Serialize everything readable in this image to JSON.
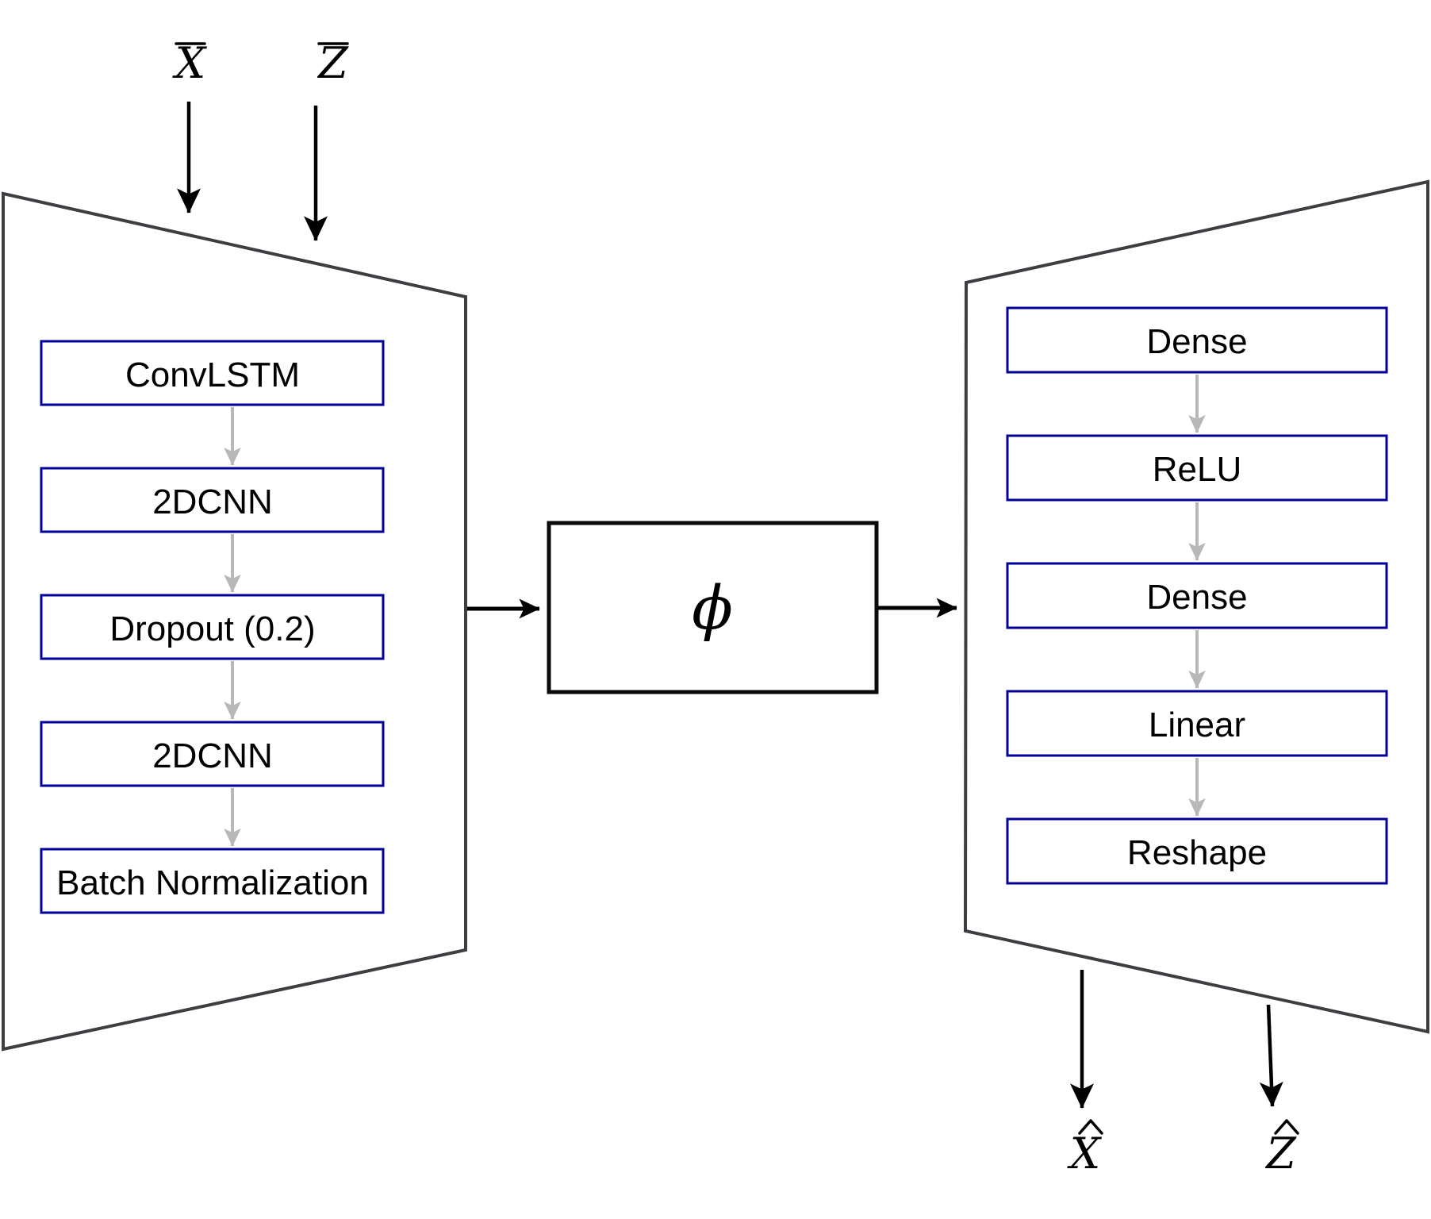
{
  "diagram": {
    "title_hint": "encoder-bottleneck-decoder architecture",
    "inputs": [
      {
        "letter": "X",
        "accent": "bar",
        "label": "X̄"
      },
      {
        "letter": "Z",
        "accent": "bar",
        "label": "Z̄"
      }
    ],
    "outputs": [
      {
        "letter": "X",
        "accent": "hat",
        "label": "X̂"
      },
      {
        "letter": "Z",
        "accent": "hat",
        "label": "Ẑ"
      }
    ],
    "encoder": {
      "layers": [
        "ConvLSTM",
        "2DCNN",
        "Dropout (0.2)",
        "2DCNN",
        "Batch Normalization"
      ]
    },
    "bottleneck": {
      "symbol": "ϕ"
    },
    "decoder": {
      "layers": [
        "Dense",
        "ReLU",
        "Dense",
        "Linear",
        "Reshape"
      ]
    },
    "colors": {
      "background": "#FFFFFF",
      "layer_box_border": "#00009B",
      "trapezoid_border": "#3D3D42",
      "bottleneck_border": "#0B0B0B",
      "connector_gray": "#B8B8B8",
      "arrow_black": "#000000",
      "text": "#000000"
    }
  }
}
